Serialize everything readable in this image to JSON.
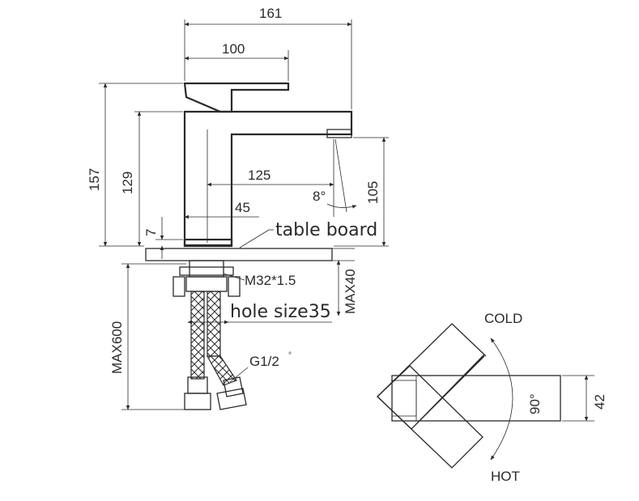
{
  "dimensions": {
    "width_total": "161",
    "width_handle": "100",
    "height_total": "157",
    "height_body": "129",
    "spout_reach": "125",
    "spout_angle": "8°",
    "spout_height": "105",
    "base_width": "45",
    "base_height": "7",
    "thread": "M32*1.5",
    "max_board": "MAX40",
    "max_hose": "MAX600",
    "hose_thread": "G1/2",
    "hose_thread_mark": "°",
    "rotation_angle": "90°",
    "handle_height": "42"
  },
  "labels": {
    "table_board": "table board",
    "hole_size": "hole size35",
    "cold": "COLD",
    "hot": "HOT"
  }
}
